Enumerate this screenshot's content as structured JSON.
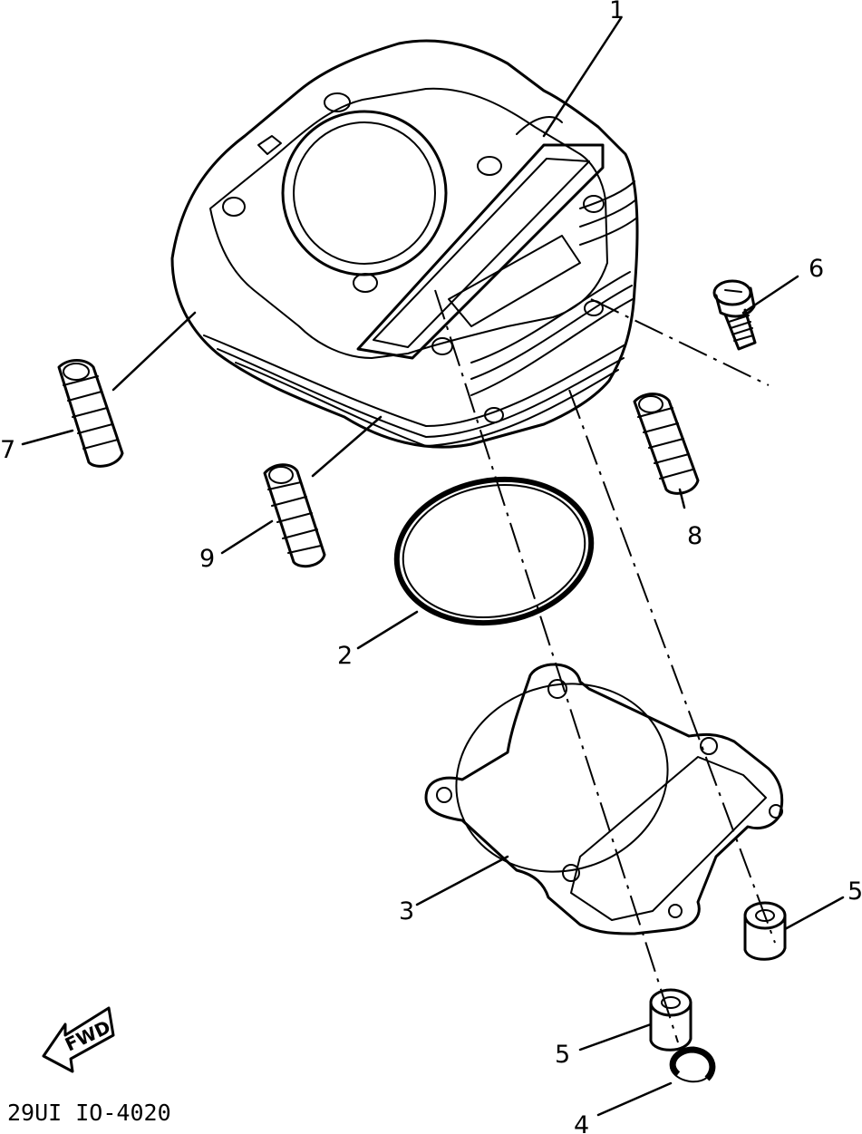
{
  "diagram": {
    "callouts": [
      {
        "id": "1",
        "label": "1"
      },
      {
        "id": "2",
        "label": "2"
      },
      {
        "id": "3",
        "label": "3"
      },
      {
        "id": "4",
        "label": "4"
      },
      {
        "id": "5a",
        "label": "5"
      },
      {
        "id": "5b",
        "label": "5"
      },
      {
        "id": "6",
        "label": "6"
      },
      {
        "id": "7",
        "label": "7"
      },
      {
        "id": "8",
        "label": "8"
      },
      {
        "id": "9",
        "label": "9"
      }
    ],
    "direction_badge": "FWD",
    "drawing_code": "29UI IO-4020"
  }
}
